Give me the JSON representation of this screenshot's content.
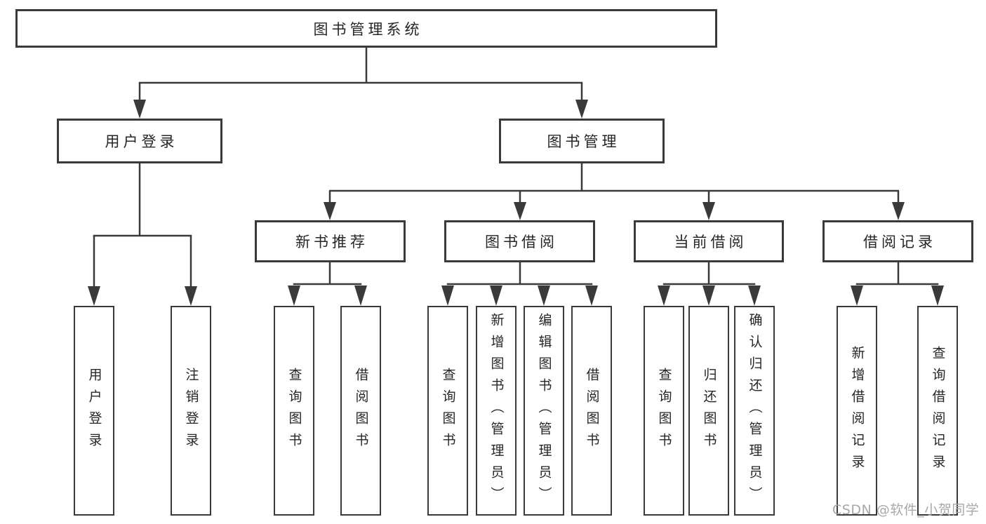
{
  "diagram": {
    "root": {
      "label": "图书管理系统"
    },
    "branches": [
      {
        "label": "用户登录"
      },
      {
        "label": "图书管理"
      }
    ],
    "categories": [
      {
        "label": "新书推荐"
      },
      {
        "label": "图书借阅"
      },
      {
        "label": "当前借阅"
      },
      {
        "label": "借阅记录"
      }
    ],
    "leaves": {
      "user_login": [
        {
          "label": "用户登录"
        },
        {
          "label": "注销登录"
        }
      ],
      "new_book": [
        {
          "label": "查询图书"
        },
        {
          "label": "借阅图书"
        }
      ],
      "book_borrow": [
        {
          "label": "查询图书"
        },
        {
          "label": "新增图书（管理员）"
        },
        {
          "label": "编辑图书（管理员）"
        },
        {
          "label": "借阅图书"
        }
      ],
      "current_borrow": [
        {
          "label": "查询图书"
        },
        {
          "label": "归还图书"
        },
        {
          "label": "确认归还（管理员）"
        }
      ],
      "borrow_records": [
        {
          "label": "新增借阅记录"
        },
        {
          "label": "查询借阅记录"
        }
      ]
    }
  },
  "watermark": {
    "text": "CSDN @软件_小贺同学"
  },
  "colors": {
    "line": "#3a3a3a",
    "text": "#262626",
    "box_background": "#ffffff",
    "watermark": "#a8a8a8"
  }
}
